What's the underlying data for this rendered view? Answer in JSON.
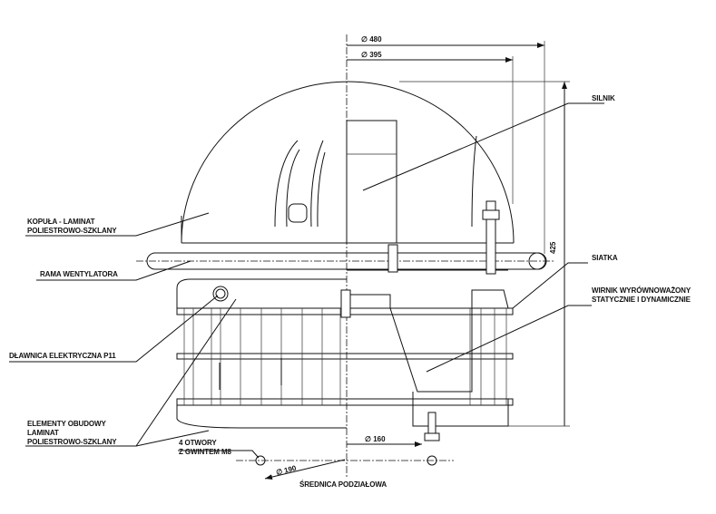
{
  "labels": {
    "dome": [
      "KOPUŁA - LAMINAT",
      "POLIESTROWO-SZKLANY"
    ],
    "frame": "RAMA WENTYLATORA",
    "gland": "DŁAWNICA ELEKTRYCZNA P11",
    "housing": [
      "ELEMENTY OBUDOWY",
      "LAMINAT",
      "POLIESTROWO-SZKLANY"
    ],
    "holes": [
      "4 OTWORY",
      "Z GWINTEM M8"
    ],
    "motor": "SILNIK",
    "mesh": "SIATKA",
    "impeller": [
      "WIRNIK WYRÓWNOWAŻONY",
      "STATYCZNIE I DYNAMICZNIE"
    ],
    "pitch_diameter": "ŚREDNICA PODZIAŁOWA"
  },
  "dimensions": {
    "d480": "∅ 480",
    "d395": "∅ 395",
    "h425": "425",
    "d160": "∅ 160",
    "d190": "∅ 190"
  }
}
